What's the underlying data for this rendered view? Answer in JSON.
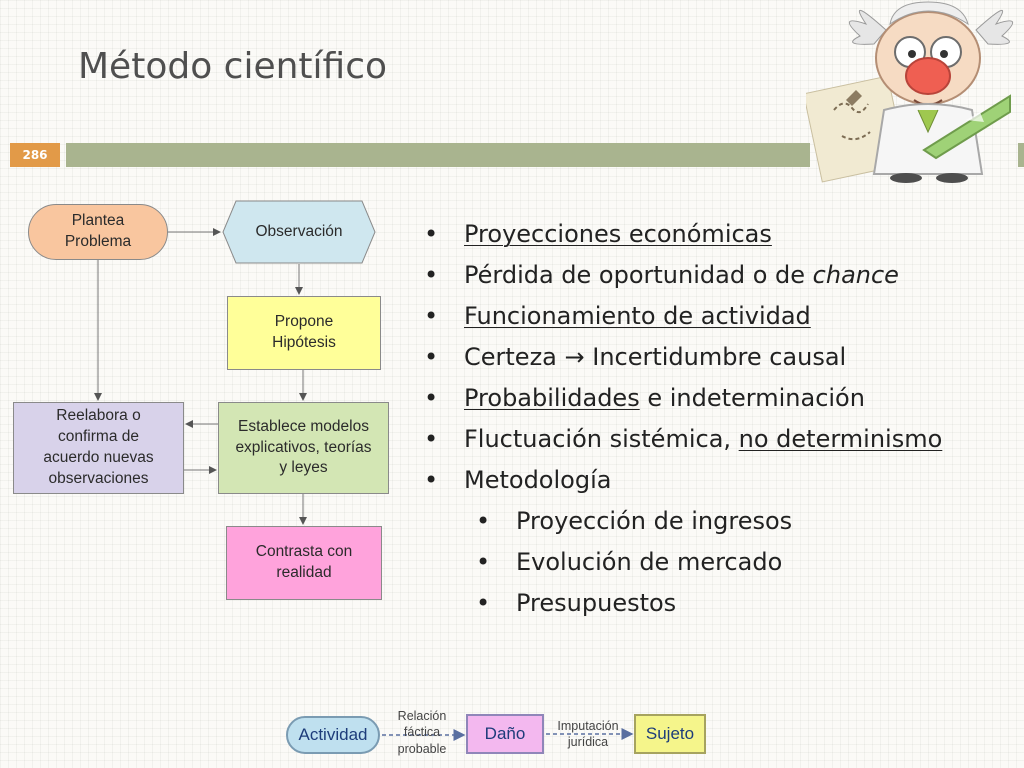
{
  "slide": {
    "title": "Método científico",
    "page_number": "286",
    "colors": {
      "accent_bar": "#a9b48f",
      "page_badge": "#e29a48"
    }
  },
  "flowchart": {
    "problem": {
      "line1": "Plantea",
      "line2": "Problema"
    },
    "observation": "Observación",
    "hypothesis": {
      "line1": "Propone",
      "line2": "Hipótesis"
    },
    "models": {
      "line1": "Establece modelos",
      "line2": "explicativos, teorías",
      "line3": "y leyes"
    },
    "reelaborate": {
      "line1": "Reelabora o",
      "line2": "confirma de",
      "line3": "acuerdo nuevas",
      "line4": "observaciones"
    },
    "contrast": {
      "line1": "Contrasta con",
      "line2": "realidad"
    }
  },
  "bullets": {
    "b1": "Proyecciones económicas",
    "b2_pre": "Pérdida de oportunidad o de ",
    "b2_italic": "chance",
    "b3": "Funcionamiento de actividad",
    "b4": "Certeza → Incertidumbre causal",
    "b5_u": "Probabilidades",
    "b5_rest": " e indeterminación",
    "b6_pre": "Fluctuación sistémica, ",
    "b6_u": "no determinismo",
    "b7": "Metodología",
    "s1": "Proyección de ingresos",
    "s2": "Evolución de mercado",
    "s3": "Presupuestos"
  },
  "bottom_diagram": {
    "activity": "Actividad",
    "relation": {
      "line1": "Relación",
      "line2": "fáctica",
      "line3": "probable"
    },
    "damage": "Daño",
    "imputation": {
      "line1": "Imputación",
      "line2": "jurídica"
    },
    "subject": "Sujeto"
  }
}
